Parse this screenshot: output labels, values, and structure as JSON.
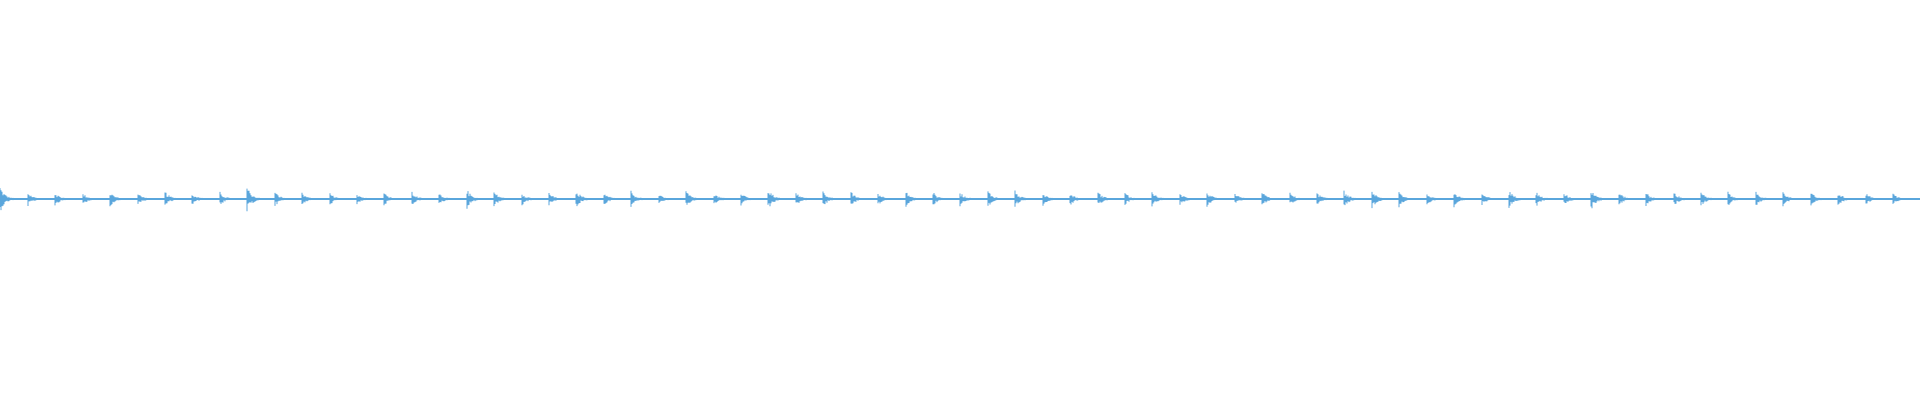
{
  "waveform": {
    "color": "#5aa6dc",
    "background": "#ffffff",
    "baseline_amplitude": 0.03,
    "burst_amplitudes": [
      0.95,
      0.55,
      0.5,
      0.45,
      0.55,
      0.5,
      0.6,
      0.45,
      0.55,
      1.0,
      0.6,
      0.45,
      0.5,
      0.45,
      0.5,
      0.55,
      0.45,
      0.8,
      0.6,
      0.55,
      0.5,
      0.7,
      0.55,
      0.6,
      0.45,
      0.65,
      0.5,
      0.5,
      0.85,
      0.55,
      0.6,
      0.6,
      0.5,
      0.65,
      0.55,
      0.5,
      0.7,
      0.6,
      0.55,
      0.5,
      0.65,
      0.5,
      0.55,
      0.5,
      0.55,
      0.45,
      0.6,
      0.55,
      0.5,
      0.6,
      0.75,
      0.6,
      0.55,
      0.6,
      0.5,
      0.7,
      0.55,
      0.5,
      0.85,
      0.55,
      0.5,
      0.6,
      0.55,
      0.5,
      0.55,
      0.5,
      0.6,
      0.55,
      0.5,
      0.45
    ]
  }
}
